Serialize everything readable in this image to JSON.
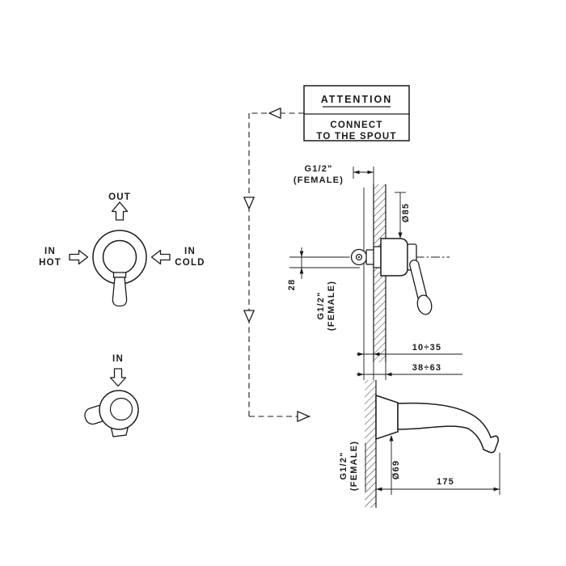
{
  "attention_box": {
    "title": "ATTENTION",
    "line1": "CONNECT",
    "line2": "TO THE SPOUT"
  },
  "valve_schematic": {
    "out": "OUT",
    "in_hot_top": "IN",
    "in_hot_bottom": "HOT",
    "in_cold_top": "IN",
    "in_cold_bottom": "COLD"
  },
  "handle_schematic": {
    "in": "IN"
  },
  "valve_section": {
    "top_thread": "G1/2\"",
    "top_thread_type": "(FEMALE)",
    "escutcheon_diameter": "Ø85",
    "center_offset": "28",
    "inlet_thread": "G1/2\"",
    "inlet_thread_type": "(FEMALE)",
    "mounting_depth_min": "10÷35",
    "mounting_depth_max": "38÷63"
  },
  "spout_section": {
    "thread": "G1/2\"",
    "thread_type": "(FEMALE)",
    "flange_diameter": "Ø69",
    "projection_length": "175"
  }
}
